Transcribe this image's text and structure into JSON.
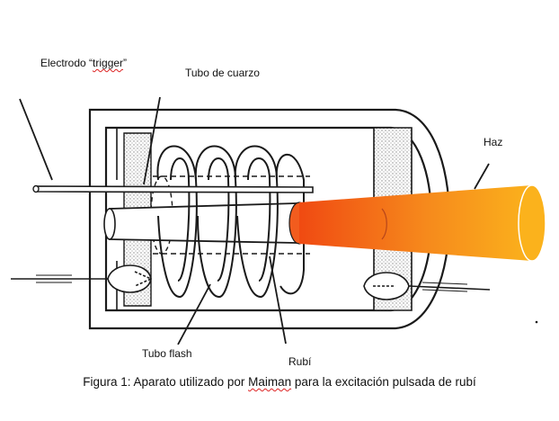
{
  "labels": {
    "trigger_prefix": "Electrodo “",
    "trigger_word": "trigger",
    "trigger_suffix": "”",
    "quartz_tube": "Tubo de cuarzo",
    "beam": "Haz",
    "flash_tube": "Tubo  flash",
    "ruby": "Rubí"
  },
  "caption": {
    "before": "Figura 1: Aparato utilizado por ",
    "name": "Maiman",
    "after": " para la excitación pulsada de rubí"
  },
  "colors": {
    "line": "#1a1a1a",
    "beam_start": "#f04a12",
    "beam_end": "#fbb21c",
    "ruby_face": "#f25c1e",
    "stipple": "#8a8a8a"
  }
}
